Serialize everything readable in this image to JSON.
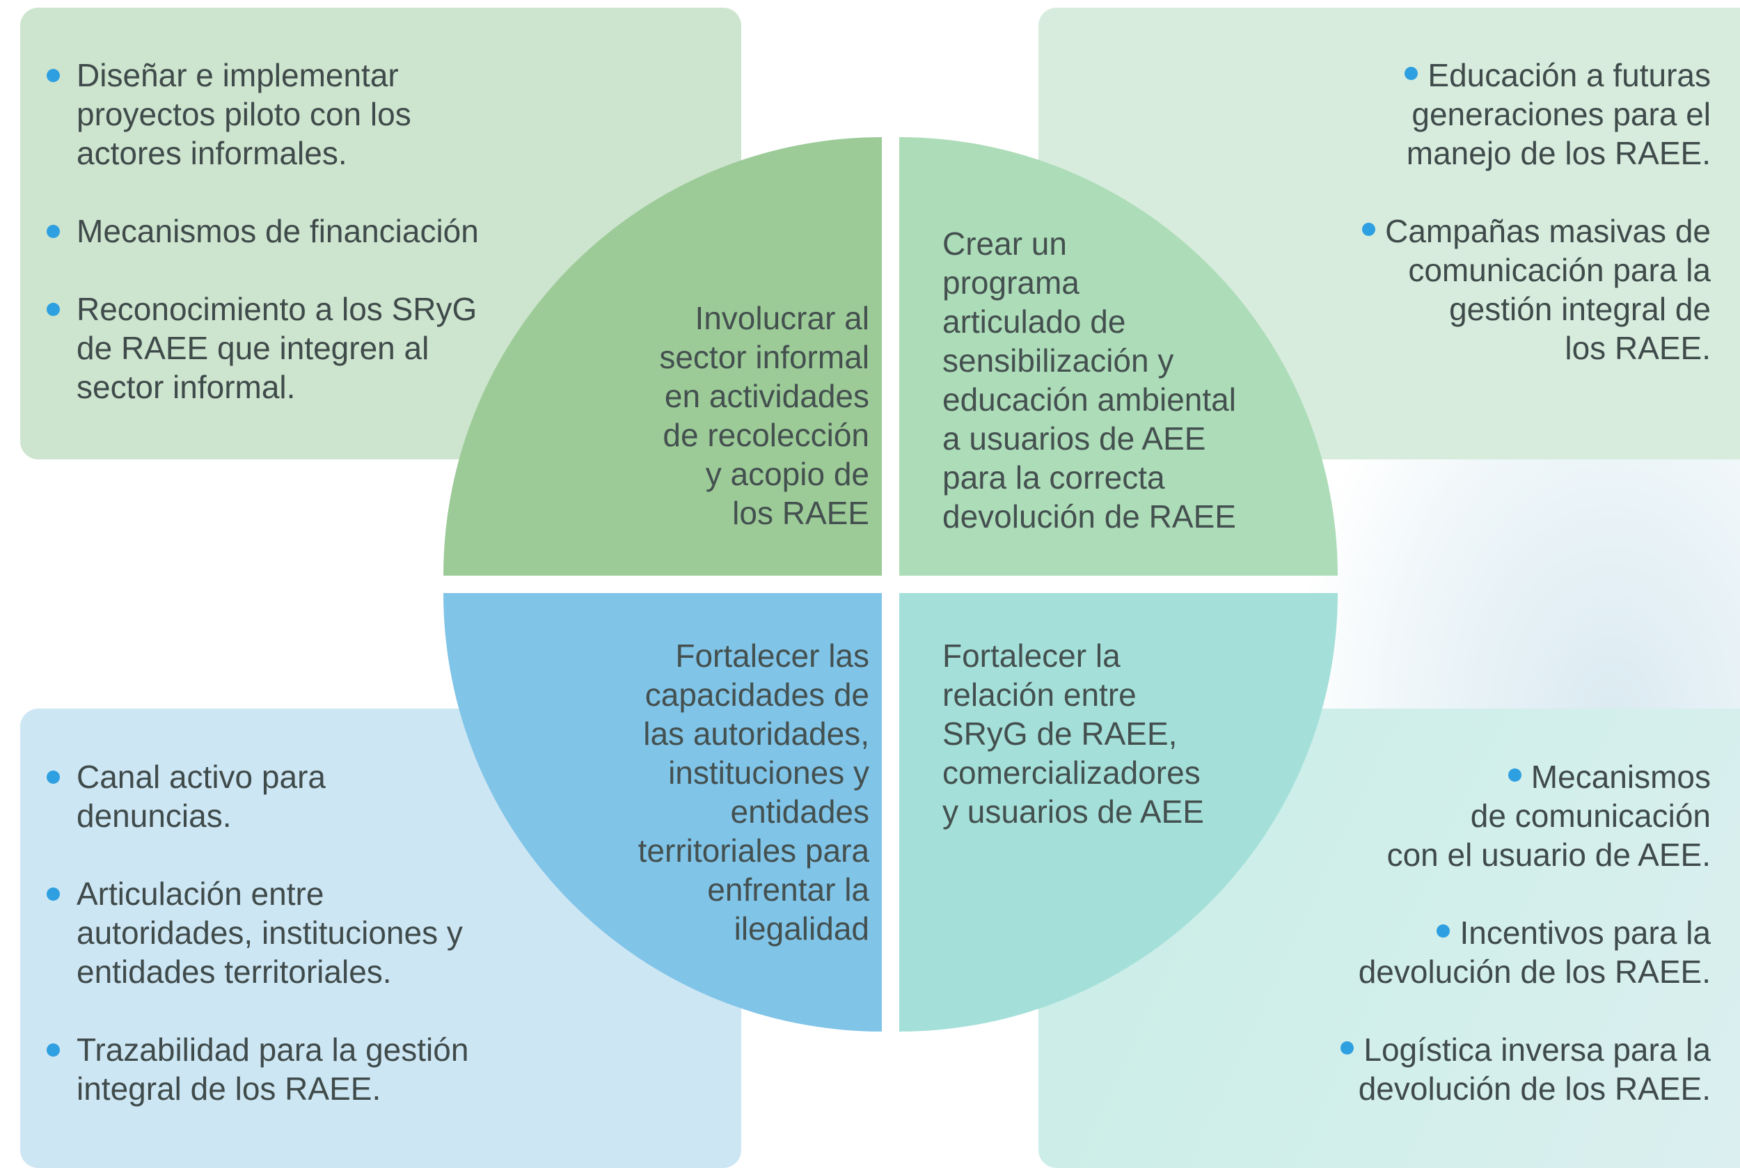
{
  "top_left": {
    "items": [
      [
        "Diseñar e implementar",
        "proyectos piloto con los",
        "actores informales."
      ],
      [
        "Mecanismos de financiación"
      ],
      [
        "Reconocimiento a los SRyG",
        "de RAEE que integren al",
        "sector informal."
      ]
    ]
  },
  "top_right": {
    "items": [
      [
        "Educación a futuras",
        "generaciones para el",
        "manejo de los RAEE."
      ],
      [
        "Campañas masivas de",
        "comunicación para la",
        "gestión integral de",
        "los RAEE."
      ]
    ]
  },
  "bottom_left": {
    "items": [
      [
        "Canal activo para",
        "denuncias."
      ],
      [
        "Articulación entre",
        "autoridades, instituciones y",
        "entidades territoriales."
      ],
      [
        "Trazabilidad para la gestión",
        "integral de los RAEE."
      ]
    ]
  },
  "bottom_right": {
    "items": [
      [
        "Mecanismos",
        "de comunicación",
        "con el usuario de AEE."
      ],
      [
        "Incentivos para la",
        "devolución de los RAEE."
      ],
      [
        "Logística inversa para la",
        "devolución de los RAEE."
      ]
    ]
  },
  "circle": {
    "top_left": [
      "Involucrar al",
      "sector informal",
      "en actividades",
      "de recolección",
      "y acopio de",
      "los RAEE"
    ],
    "top_right": [
      "Crear un",
      "programa",
      "articulado de",
      "sensibilización y",
      "educación ambiental",
      "a usuarios de AEE",
      "para la correcta",
      "devolución de RAEE"
    ],
    "bottom_left": [
      "Fortalecer las",
      "capacidades de",
      "las autoridades,",
      "instituciones y",
      "entidades",
      "territoriales para",
      "enfrentar la",
      "ilegalidad"
    ],
    "bottom_right": [
      "Fortalecer la",
      "relación entre",
      "SRyG de RAEE,",
      "comercializadores",
      "y usuarios de AEE"
    ]
  },
  "colors": {
    "bullet": "#2e9fe0",
    "quad_top_left": "#9ccb98",
    "quad_top_right": "#addcb8",
    "quad_bottom_left": "#80c4e8",
    "quad_bottom_right": "#a4e0d9"
  }
}
